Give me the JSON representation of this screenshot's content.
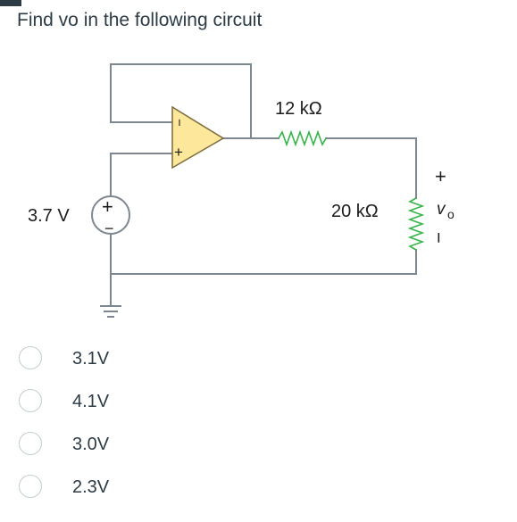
{
  "question": {
    "text": "Find vo in the following circuit"
  },
  "circuit": {
    "source_label": "3.7 V",
    "source_plus": "+",
    "source_minus": "−",
    "opamp_minus": "−",
    "opamp_plus": "+",
    "r1_label": "12 kΩ",
    "r2_label": "20 kΩ",
    "vo_plus": "+",
    "vo_label": "v",
    "vo_subscript": "o",
    "vo_minus": "−",
    "wire_color": "#7e8790",
    "opamp_fill": "#fde79a",
    "opamp_stroke": "#7a6a3a",
    "resistor_color": "#37b34a"
  },
  "options": [
    {
      "label": "3.1V",
      "selected": false
    },
    {
      "label": "4.1V",
      "selected": false
    },
    {
      "label": "3.0V",
      "selected": false
    },
    {
      "label": "2.3V",
      "selected": false
    }
  ]
}
